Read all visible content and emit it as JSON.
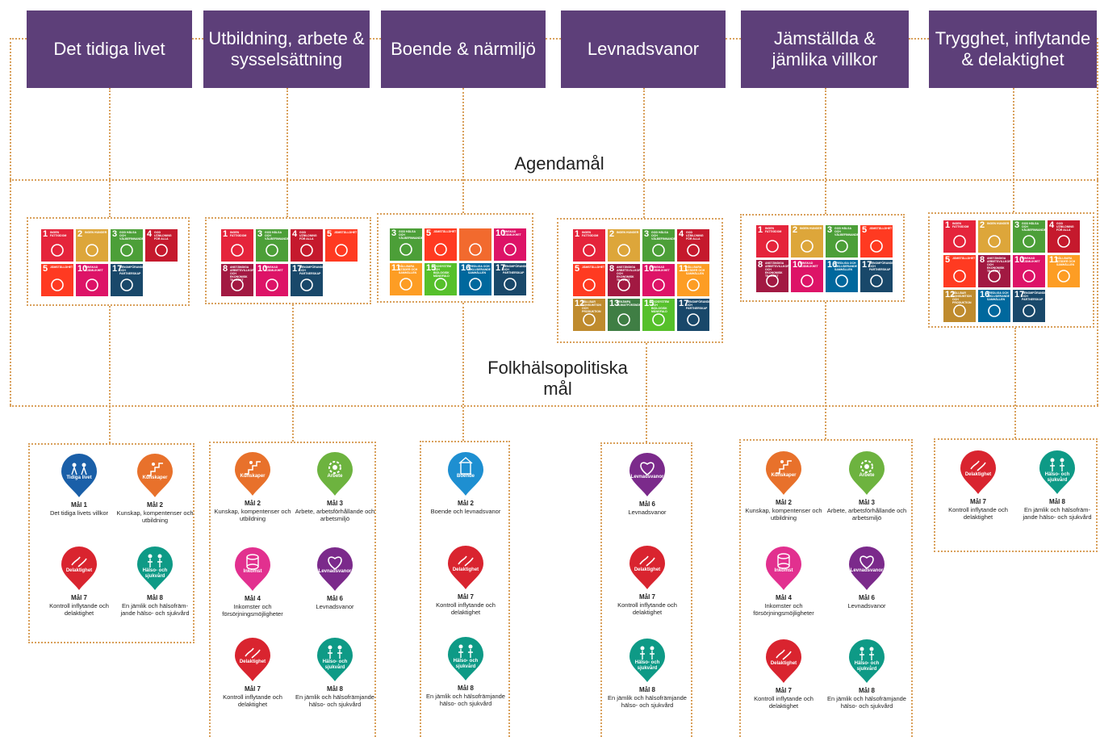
{
  "headers": [
    {
      "label": "Det tidiga livet"
    },
    {
      "label": "Utbildning, arbete & sysselsättning"
    },
    {
      "label": "Boende & närmiljö"
    },
    {
      "label": "Levnadsvanor"
    },
    {
      "label": "Jämställda & jämlika villkor"
    },
    {
      "label": "Trygghet, inflytande & delaktighet"
    }
  ],
  "band_labels": {
    "agenda": "Agendamål",
    "folkhalsa": "Folkhälsopolitiska mål"
  },
  "sdg_goals": {
    "1": {
      "num": "1",
      "title": "INGEN FATTIGDOM",
      "color": "#e5243b"
    },
    "2": {
      "num": "2",
      "title": "INGEN HUNGER",
      "color": "#dda63a"
    },
    "3": {
      "num": "3",
      "title": "GOD HÄLSA OCH VÄLBEFINNANDE",
      "color": "#4c9f38"
    },
    "4": {
      "num": "4",
      "title": "GOD UTBILDNING FÖR ALLA",
      "color": "#c5192d"
    },
    "5": {
      "num": "5",
      "title": "JÄMSTÄLLDHET",
      "color": "#ff3a21"
    },
    "8": {
      "num": "8",
      "title": "ANSTÄNDIGA ARBETSVILLKOR OCH EKONOMISK TILLVÄXT",
      "color": "#a21942"
    },
    "10": {
      "num": "10",
      "title": "MINSKAD OJÄMLIKHET",
      "color": "#dd1367"
    },
    "11": {
      "num": "11",
      "title": "HÅLLBARA STÄDER OCH SAMHÄLLEN",
      "color": "#fd9d24"
    },
    "12": {
      "num": "12",
      "title": "HÅLLBAR KONSUMTION OCH PRODUKTION",
      "color": "#bf8b2e"
    },
    "13": {
      "num": "13",
      "title": "BEKÄMPA KLIMATFÖRÄNDRINGARNA",
      "color": "#3f7e44"
    },
    "15": {
      "num": "15",
      "title": "EKOSYSTEM OCH BIOLOGISK MÅNGFALD",
      "color": "#56c02b"
    },
    "16": {
      "num": "16",
      "title": "FREDLIGA OCH INKLUDERANDE SAMHÄLLEN",
      "color": "#00689d"
    },
    "17": {
      "num": "17",
      "title": "GENOMFÖRANDE OCH PARTNERSKAP",
      "color": "#19486a"
    },
    "sp": {
      "num": "",
      "title": "",
      "color": "#f26a2e"
    }
  },
  "sdg_columns": [
    [
      "1",
      "2",
      "3",
      "4",
      "5",
      "10",
      "17"
    ],
    [
      "1",
      "3",
      "4",
      "5",
      "8",
      "10",
      "17"
    ],
    [
      "3",
      "5",
      "sp",
      "10",
      "11",
      "15",
      "16",
      "17"
    ],
    [
      "1",
      "2",
      "3",
      "4",
      "5",
      "8",
      "10",
      "11",
      "12",
      "13",
      "15",
      "17"
    ],
    [
      "1",
      "2",
      "3",
      "5",
      "8",
      "10",
      "16",
      "17"
    ],
    [
      "1",
      "2",
      "3",
      "4",
      "5",
      "8",
      "10",
      "11",
      "12",
      "16",
      "17"
    ]
  ],
  "pin_types": {
    "tidiga": {
      "label": "Tidiga livet",
      "color": "#1a5fa8",
      "icon": "family-icon"
    },
    "kunskaper": {
      "label": "Kunskaper",
      "color": "#e8712b",
      "icon": "stairs-icon"
    },
    "arbete": {
      "label": "Arbete",
      "color": "#6db33f",
      "icon": "gear-icon"
    },
    "inkomst": {
      "label": "Inkomst",
      "color": "#e2308f",
      "icon": "coins-icon"
    },
    "levnadsvanor": {
      "label": "Levnadsvanor",
      "color": "#7b2a8b",
      "icon": "heart-icon"
    },
    "boende": {
      "label": "Boende",
      "color": "#1e8fd1",
      "icon": "house-icon"
    },
    "delaktighet": {
      "label": "Delaktighet",
      "color": "#d9242f",
      "icon": "hands-icon"
    },
    "halso": {
      "label": "Hälso- och sjukvård",
      "color": "#0e9a86",
      "icon": "people-icon"
    }
  },
  "goal_columns": [
    [
      {
        "pin": "tidiga",
        "title": "Mål 1",
        "desc": "Det tidiga livets villkor"
      },
      {
        "pin": "kunskaper",
        "title": "Mål 2",
        "desc": "Kunskap, kompentenser och utbildning"
      },
      {
        "pin": "delaktighet",
        "title": "Mål 7",
        "desc": "Kontroll inflytande och delaktighet"
      },
      {
        "pin": "halso",
        "title": "Mål 8",
        "desc": "En jämlik och hälsofräm-jande hälso- och sjukvård"
      }
    ],
    [
      {
        "pin": "kunskaper",
        "title": "Mål 2",
        "desc": "Kunskap, kompentenser och utbildning"
      },
      {
        "pin": "arbete",
        "title": "Mål 3",
        "desc": "Arbete, arbetsförhållande och arbetsmiljö"
      },
      {
        "pin": "inkomst",
        "title": "Mål 4",
        "desc": "Inkomster och försörjningsmöjligheter"
      },
      {
        "pin": "levnadsvanor",
        "title": "Mål 6",
        "desc": "Levnadsvanor"
      },
      {
        "pin": "delaktighet",
        "title": "Mål 7",
        "desc": "Kontroll inflytande och delaktighet"
      },
      {
        "pin": "halso",
        "title": "Mål 8",
        "desc": "En jämlik och hälsofrämjande hälso- och sjukvård"
      }
    ],
    [
      {
        "pin": "boende",
        "title": "Mål 2",
        "desc": "Boende och levnadsvanor"
      },
      {
        "pin": "delaktighet",
        "title": "Mål 7",
        "desc": "Kontroll inflytande och delaktighet"
      },
      {
        "pin": "halso",
        "title": "Mål 8",
        "desc": "En jämlik och hälsofrämjande hälso- och sjukvård"
      }
    ],
    [
      {
        "pin": "levnadsvanor",
        "title": "Mål 6",
        "desc": "Levnadsvanor"
      },
      {
        "pin": "delaktighet",
        "title": "Mål 7",
        "desc": "Kontroll inflytande och delaktighet"
      },
      {
        "pin": "halso",
        "title": "Mål 8",
        "desc": "En jämlik och hälsofrämjande hälso- och sjukvård"
      }
    ],
    [
      {
        "pin": "kunskaper",
        "title": "Mål 2",
        "desc": "Kunskap, kompentenser och utbildning"
      },
      {
        "pin": "arbete",
        "title": "Mål 3",
        "desc": "Arbete, arbetsförhållande och arbetsmiljö"
      },
      {
        "pin": "inkomst",
        "title": "Mål 4",
        "desc": "Inkomster och försörjningsmöjligheter"
      },
      {
        "pin": "levnadsvanor",
        "title": "Mål 6",
        "desc": "Levnadsvanor"
      },
      {
        "pin": "delaktighet",
        "title": "Mål 7",
        "desc": "Kontroll inflytande och delaktighet"
      },
      {
        "pin": "halso",
        "title": "Mål 8",
        "desc": "En jämlik och hälsofrämjande hälso- och sjukvård"
      }
    ],
    [
      {
        "pin": "delaktighet",
        "title": "Mål 7",
        "desc": "Kontroll inflytande och delaktighet"
      },
      {
        "pin": "halso",
        "title": "Mål 8",
        "desc": "En jämlik och hälsofräm-jande hälso- och sjukvård"
      }
    ]
  ]
}
